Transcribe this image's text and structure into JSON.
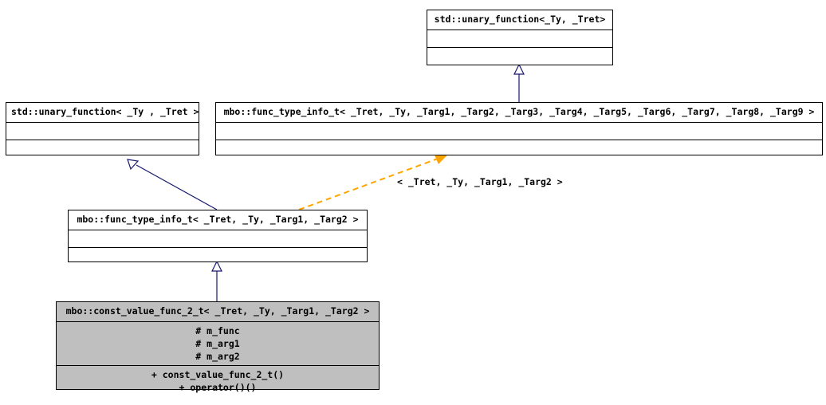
{
  "diagram": {
    "kind": "uml-class-inheritance-diagram",
    "background_color": "#ffffff",
    "inheritance_edge_color": "#191970",
    "template_binding_edge_color": "#ffa500",
    "highlight_fill_color": "#bfbfbf"
  },
  "classes": {
    "std_unary_function_top": {
      "title": "std::unary_function<_Ty, _Tret>",
      "attributes": [],
      "operations": []
    },
    "std_unary_function_left": {
      "title": "std::unary_function< _Ty , _Tret >",
      "attributes": [],
      "operations": []
    },
    "func_type_info_t_9": {
      "title": "mbo::func_type_info_t< _Tret, _Ty, _Targ1, _Targ2, _Targ3, _Targ4, _Targ5, _Targ6, _Targ7, _Targ8, _Targ9 >",
      "attributes": [],
      "operations": []
    },
    "func_type_info_t_2": {
      "title": "mbo::func_type_info_t< _Tret, _Ty, _Targ1, _Targ2 >",
      "attributes": [],
      "operations": []
    },
    "const_value_func_2_t": {
      "title": "mbo::const_value_func_2_t< _Tret, _Ty, _Targ1, _Targ2 >",
      "attributes": [
        "#  m_func",
        "#  m_arg1",
        "#  m_arg2"
      ],
      "operations": [
        "+  const_value_func_2_t()",
        "+  operator()()"
      ]
    }
  },
  "edges": {
    "template_binding_label": "< _Tret, _Ty, _Targ1, _Targ2 >"
  }
}
